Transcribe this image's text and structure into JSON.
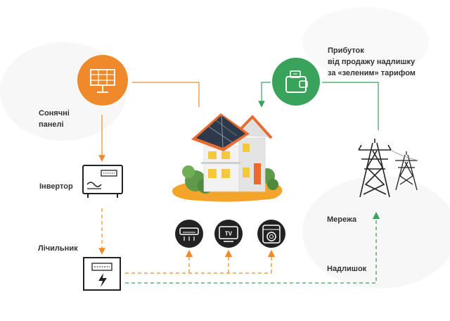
{
  "labels": {
    "solar_panels": [
      "Сонячні",
      "панелі"
    ],
    "inverter": "Інвертор",
    "meter": "Лічильник",
    "grid": "Мережа",
    "surplus": "Надлишок",
    "profit": [
      "Прибуток",
      "від продажу надлишку",
      "за «зеленим» тарифом"
    ],
    "tv_badge": "TV"
  },
  "icons": {
    "solar": "solar-panel-icon",
    "inverter": "inverter-icon",
    "meter": "electric-meter-icon",
    "wallet": "wallet-icon",
    "house": "house-with-solar-roof-icon",
    "air_conditioner": "air-conditioner-icon",
    "tv": "tv-icon",
    "washing_machine": "washing-machine-icon",
    "power_tower": "power-transmission-tower-icon"
  },
  "colors": {
    "orange": "#EE8A2B",
    "green": "#3AA35B",
    "dark": "#222222",
    "text": "#333333"
  }
}
